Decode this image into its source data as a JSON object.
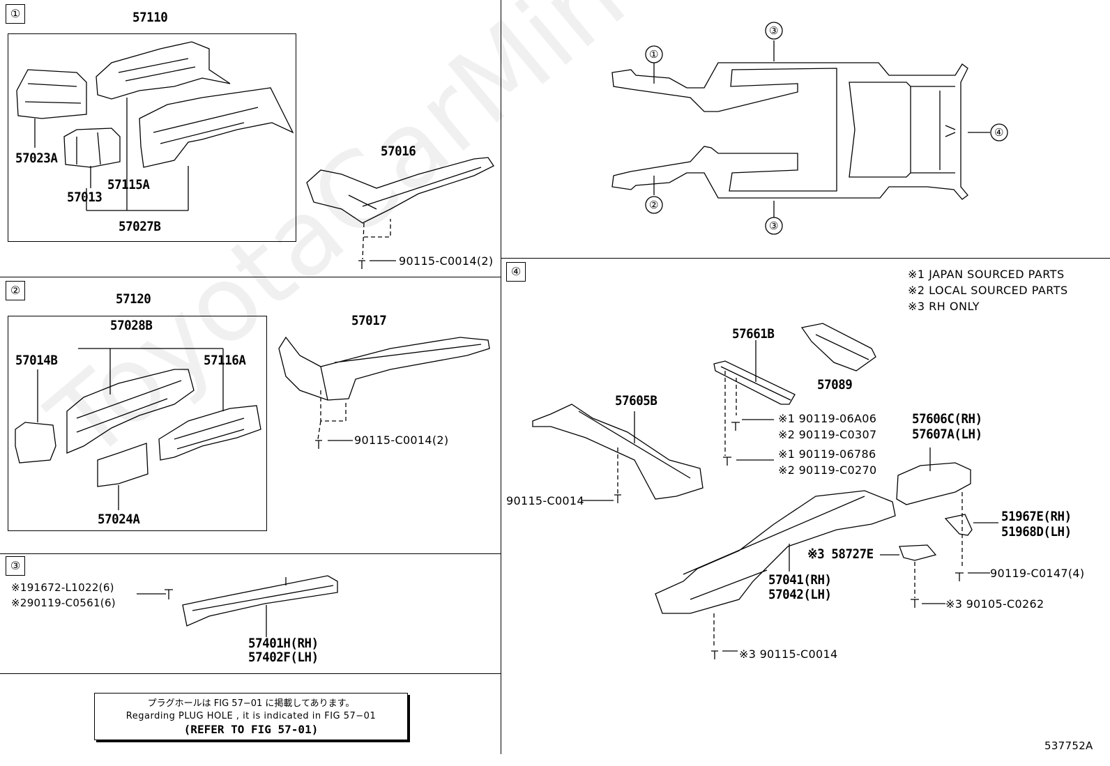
{
  "watermark": "ToyotaCarMine.ru",
  "sections": {
    "s1": "①",
    "s2": "②",
    "s3": "③",
    "s4": "④"
  },
  "overview": {
    "c1": "①",
    "c2": "②",
    "c3a": "③",
    "c3b": "③",
    "c4": "④"
  },
  "labels": {
    "p57110": "57110",
    "p57023A": "57023A",
    "p57115A": "57115A",
    "p57013": "57013",
    "p57027B": "57027B",
    "p57016": "57016",
    "b90115_2a": "90115-C0014(2)",
    "p57120": "57120",
    "p57028B": "57028B",
    "p57014B": "57014B",
    "p57116A": "57116A",
    "p57024A": "57024A",
    "p57017": "57017",
    "b90115_2b": "90115-C0014(2)",
    "b91672": "※191672-L1022(6)",
    "b90119_0561": "※290119-C0561(6)",
    "p57401H": "57401H(RH)",
    "p57402F": "57402F(LH)",
    "p57661B": "57661B",
    "p57089": "57089",
    "p57605B": "57605B",
    "b06A06": "※1 90119-06A06",
    "b0307": "※2 90119-C0307",
    "b06786": "※1 90119-06786",
    "b0270": "※2 90119-C0270",
    "b90115_c": "90115-C0014",
    "p57606C": "57606C(RH)",
    "p57607A": "57607A(LH)",
    "p51967E": "51967E(RH)",
    "p51968D": "51968D(LH)",
    "p58727E": "※3 58727E",
    "b0147": "90119-C0147(4)",
    "p57041": "57041(RH)",
    "p57042": "57042(LH)",
    "b0262": "※3 90105-C0262",
    "b90115_d": "※3 90115-C0014"
  },
  "legend": {
    "l1": "※1 JAPAN SOURCED PARTS",
    "l2": "※2 LOCAL SOURCED PARTS",
    "l3": "※3 RH ONLY"
  },
  "note": {
    "jp": "プラグホールは FIG 57−01 に掲載してあります。",
    "en": "Regarding  PLUG  HOLE , it is indicated in FIG  57−01",
    "ref": "(REFER TO FIG 57-01)"
  },
  "figure_id": "537752A"
}
